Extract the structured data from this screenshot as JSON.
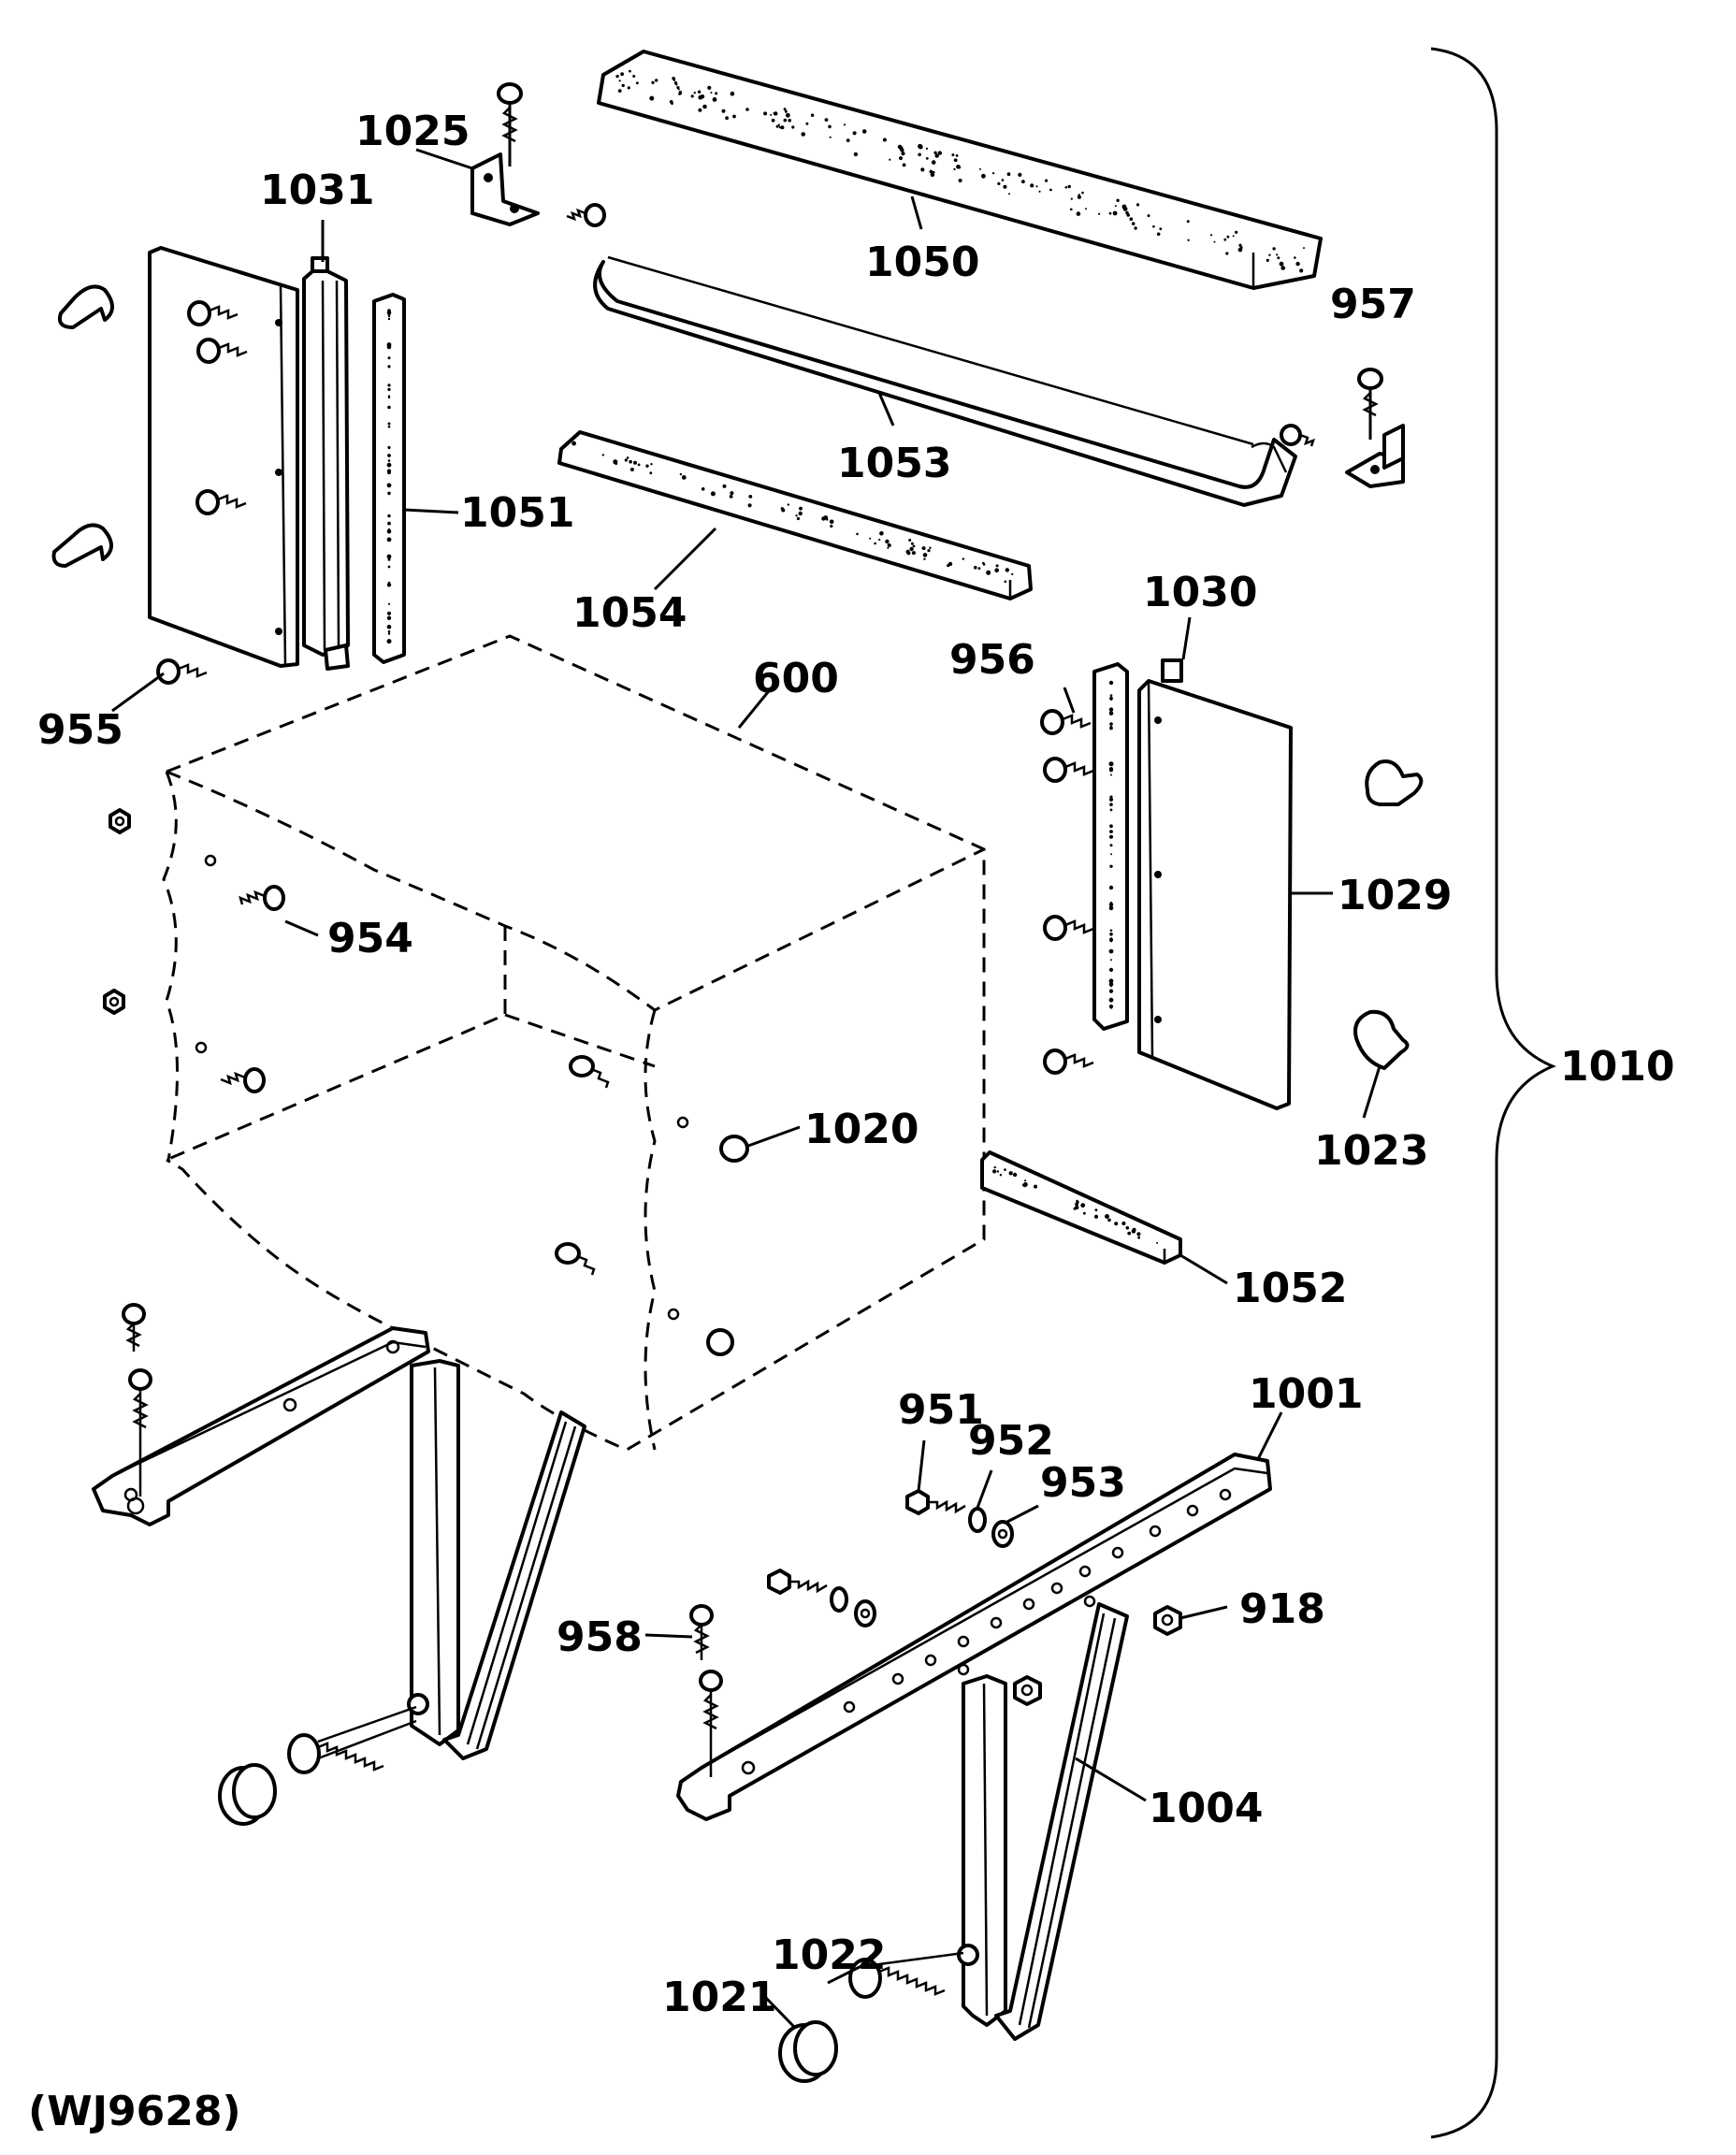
{
  "drawing_code": "(WJ9628)",
  "assembly_callout": "1010",
  "callouts": {
    "c1025": "1025",
    "c1031": "1031",
    "c1050": "1050",
    "c957": "957",
    "c1053": "1053",
    "c1051": "1051",
    "c1054": "1054",
    "c1030": "1030",
    "c956": "956",
    "c955": "955",
    "c600": "600",
    "c1029": "1029",
    "c954": "954",
    "c1020": "1020",
    "c1023": "1023",
    "c1052": "1052",
    "c1001": "1001",
    "c951": "951",
    "c952": "952",
    "c953": "953",
    "c918": "918",
    "c958": "958",
    "c1004": "1004",
    "c1022": "1022",
    "c1021": "1021"
  },
  "colors": {
    "ink": "#000000",
    "paper": "#ffffff"
  }
}
